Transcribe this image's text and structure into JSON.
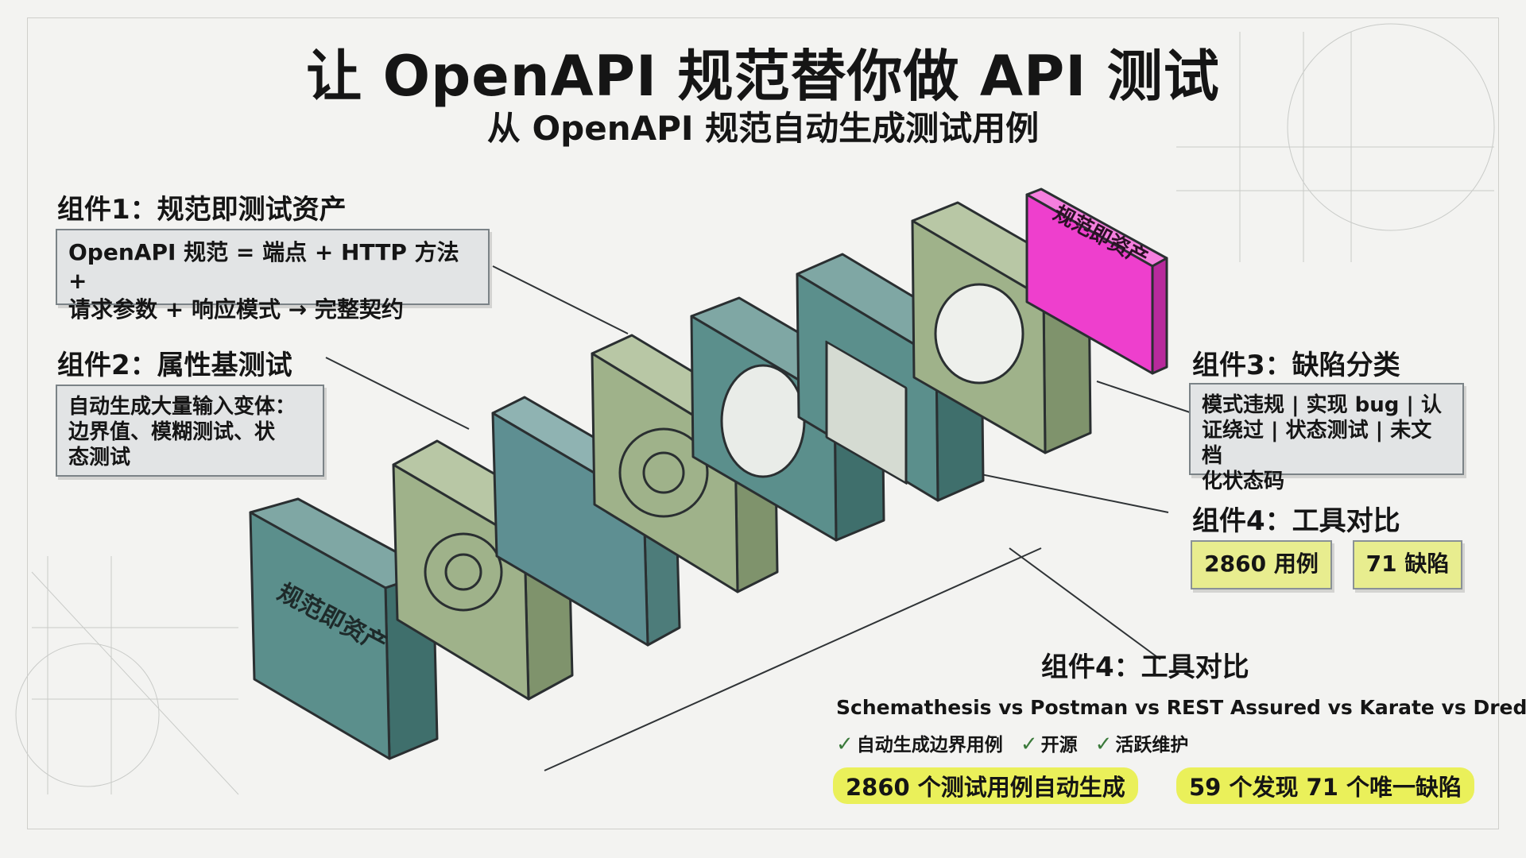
{
  "title": "让 OpenAPI 规范替你做 API 测试",
  "subtitle": "从 OpenAPI 规范自动生成测试用例",
  "component1": {
    "heading": "组件1：规范即测试资产",
    "lines": [
      "OpenAPI 规范 = 端点 + HTTP 方法 +",
      "请求参数 + 响应模式 → 完整契约"
    ]
  },
  "component2": {
    "heading": "组件2：属性基测试",
    "lines": [
      "自动生成大量输入变体：",
      "边界值、模糊测试、状",
      "态测试"
    ]
  },
  "component3": {
    "heading": "组件3：缺陷分类",
    "lines": [
      "模式违规 | 实现 bug | 认",
      "证绕过 | 状态测试 | 未文档",
      "化状态码"
    ]
  },
  "component4": {
    "heading": "组件4：工具对比",
    "stats": [
      "2860 用例",
      "71 缺陷"
    ]
  },
  "component4_bottom": {
    "heading": "组件4：工具对比",
    "tools": "Schemathesis vs Postman vs REST Assured vs Karate vs Dredd",
    "features": [
      "自动生成边界用例",
      "开源",
      "活跃维护"
    ],
    "highlights": [
      "2860 个测试用例自动生成",
      "59 个发现 71 个唯一缺陷"
    ]
  },
  "slab_labels": {
    "front": "规范即资产",
    "back": "规范即资产"
  },
  "colors": {
    "teal": "#5b8f8c",
    "sage": "#9fb28a",
    "magenta": "#ee3fcd",
    "highlight": "#eaf05a"
  }
}
